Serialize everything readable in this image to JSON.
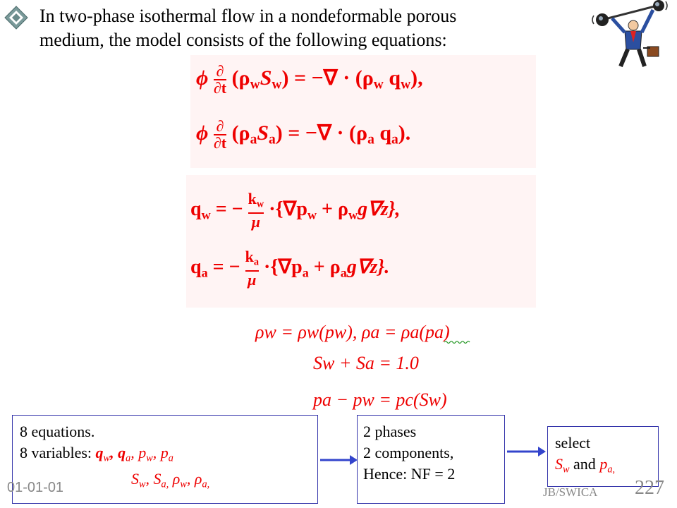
{
  "heading": {
    "line1": "In two-phase isothermal flow in a nondeformable porous",
    "line2": "medium, the model consists of the following equations:"
  },
  "mass_balance": {
    "eq1": {
      "lhs_coef": "ϕ",
      "d": "∂",
      "dt": "∂t",
      "arg": "(ρ",
      "sub1": "w",
      "mid": "S",
      "sub2": "w",
      "rhs": ") = −∇ · (ρ",
      "sub3": "w",
      "rhs2": " q",
      "sub4": "w",
      "end": "),"
    },
    "eq2": {
      "lhs_coef": "ϕ",
      "d": "∂",
      "dt": "∂t",
      "arg": "(ρ",
      "sub1": "a",
      "mid": "S",
      "sub2": "a",
      "rhs": ") = −∇ · (ρ",
      "sub3": "a",
      "rhs2": " q",
      "sub4": "a",
      "end": ")."
    }
  },
  "darcy": {
    "eq1": {
      "q": "q",
      "sub": "w",
      "eq": " = −",
      "k": "k",
      "ksub": "w",
      "mu": "μ",
      "body": "·{∇p",
      "psub": "w",
      "plus": " + ρ",
      "rsub": "w",
      "tail": "g∇z},"
    },
    "eq2": {
      "q": "q",
      "sub": "a",
      "eq": " = −",
      "k": "k",
      "ksub": "a",
      "mu": "μ",
      "body": "·{∇p",
      "psub": "a",
      "plus": " + ρ",
      "rsub": "a",
      "tail": "g∇z}."
    }
  },
  "constitutive": {
    "line1": "ρw = ρw(pw), ρa = ρa(pa)",
    "line2": "Sw + Sa = 1.0",
    "line3": "pa − pw = pc(Sw)"
  },
  "box_equations": {
    "line1": "8 equations.",
    "line2_label": "8 variables: ",
    "vars_line2": [
      "q",
      "w",
      ", q",
      "a",
      ", p",
      "w",
      ", p",
      "a"
    ],
    "vars_line3": [
      "S",
      "w",
      ", S",
      "a,",
      " ρ",
      "w",
      ",  ρ",
      "a,"
    ]
  },
  "box_phases": {
    "line1": "2 phases",
    "line2": "2 components,",
    "line3": "Hence: NF = 2"
  },
  "box_select": {
    "line1": "select",
    "s": "S",
    "s_sub": "w",
    "and": " and ",
    "p": "p",
    "p_sub": "a,"
  },
  "footer": {
    "date": "01-01-01",
    "author": "JB/SWICA",
    "page": "227"
  },
  "colors": {
    "equation_red": "#ee0000",
    "box_border": "#3333aa",
    "arrow_blue": "#3344cc",
    "footer_gray": "#888888"
  }
}
